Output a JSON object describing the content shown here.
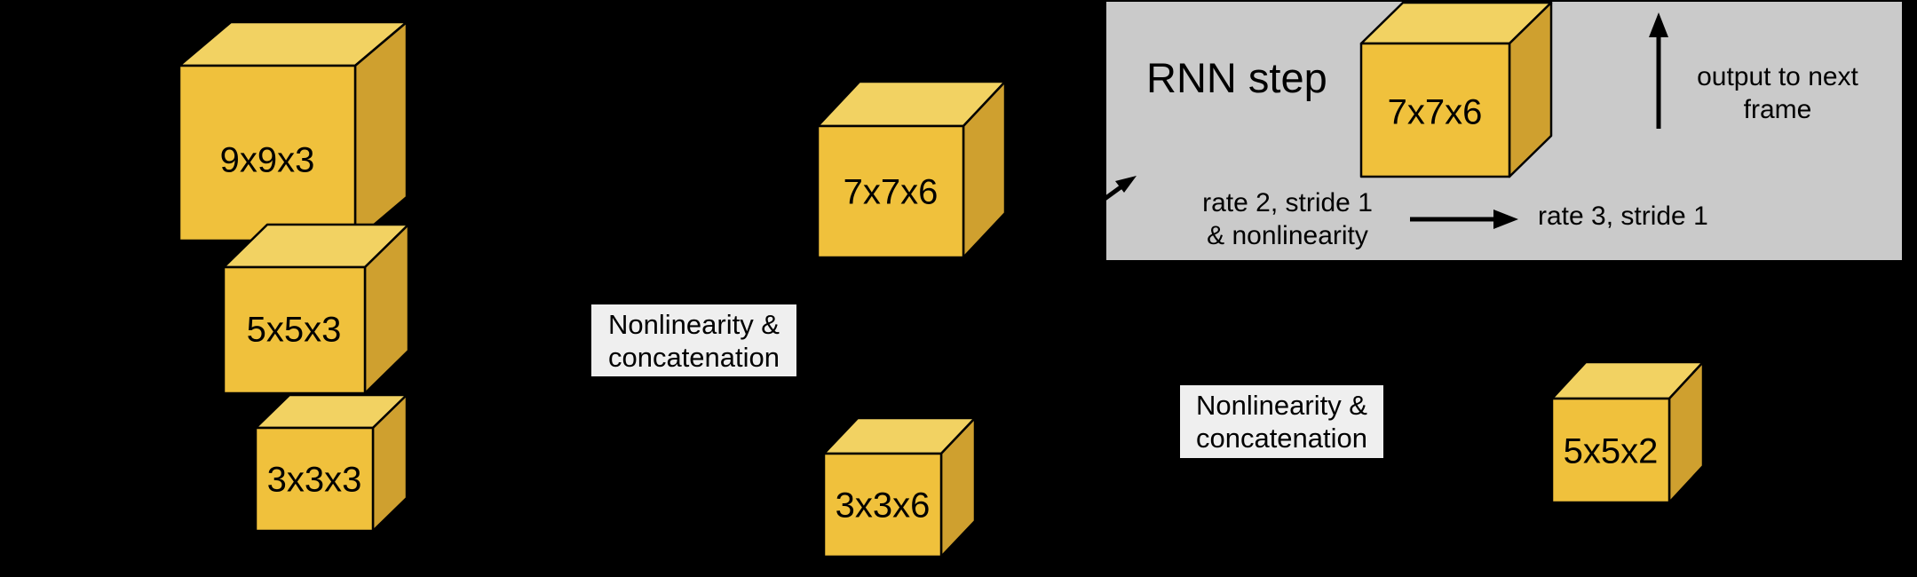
{
  "colors": {
    "background": "#000000",
    "box_front": "#F0C13C",
    "box_top": "#F2D262",
    "box_side": "#CFA02F",
    "box_stroke": "#000000",
    "panel_bg": "#CACACA",
    "label_bg": "#EFEFEF",
    "arrow": "#000000",
    "text": "#000000"
  },
  "boxes": [
    {
      "name": "input-9x9x3",
      "label": "9x9x3"
    },
    {
      "name": "input-5x5x3",
      "label": "5x5x3"
    },
    {
      "name": "input-3x3x3",
      "label": "3x3x3"
    },
    {
      "name": "mid-7x7x6",
      "label": "7x7x6"
    },
    {
      "name": "mid-3x3x6",
      "label": "3x3x6"
    },
    {
      "name": "rnn-7x7x6",
      "label": "7x7x6"
    },
    {
      "name": "output-5x5x2",
      "label": "5x5x2"
    }
  ],
  "labels": [
    {
      "name": "nonlinearity-1",
      "lines": [
        "Nonlinearity &",
        "concatenation"
      ]
    },
    {
      "name": "nonlinearity-2",
      "lines": [
        "Nonlinearity &",
        "concatenation"
      ]
    }
  ],
  "panel": {
    "title": "RNN step",
    "rate2_lines": [
      "rate 2, stride 1",
      "& nonlinearity"
    ],
    "rate3": "rate 3, stride 1",
    "output_lines": [
      "output to next",
      "frame"
    ]
  }
}
